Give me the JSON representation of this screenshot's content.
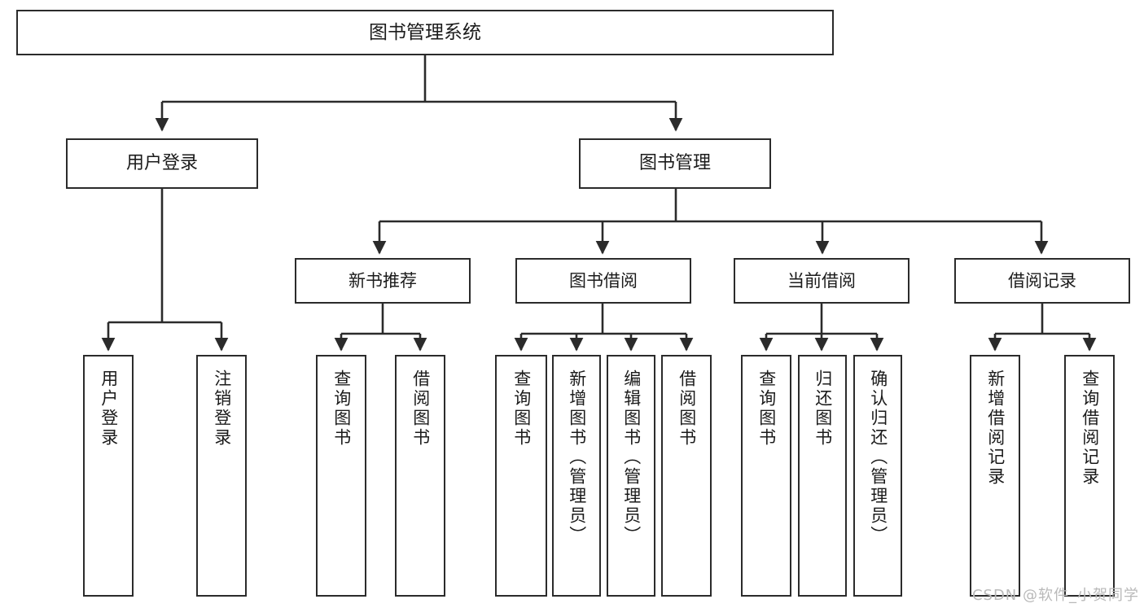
{
  "diagram": {
    "title": "图书管理系统",
    "type": "tree",
    "watermark": "CSDN @软件_小贺同学",
    "stroke_color": "#2b2b2b",
    "fill_color": "#ffffff",
    "text_color": "#1b1b1b",
    "watermark_color": "#b9b9b9"
  },
  "nodes": {
    "root": {
      "label": "图书管理系统"
    },
    "level2": [
      {
        "id": "user-login",
        "label": "用户登录"
      },
      {
        "id": "book-manage",
        "label": "图书管理"
      }
    ],
    "level3": [
      {
        "id": "new-book-rec",
        "label": "新书推荐"
      },
      {
        "id": "book-borrow",
        "label": "图书借阅"
      },
      {
        "id": "current-borrow",
        "label": "当前借阅"
      },
      {
        "id": "borrow-record",
        "label": "借阅记录"
      }
    ],
    "leaves": {
      "user_login": [
        {
          "id": "leaf-user-login",
          "label": "用户登录"
        },
        {
          "id": "leaf-logout",
          "label": "注销登录"
        }
      ],
      "new_book_rec": [
        {
          "id": "leaf-query-book-1",
          "label": "查询图书"
        },
        {
          "id": "leaf-borrow-book-1",
          "label": "借阅图书"
        }
      ],
      "book_borrow": [
        {
          "id": "leaf-query-book-2",
          "label": "查询图书"
        },
        {
          "id": "leaf-add-book",
          "label": "新增图书（管理员）"
        },
        {
          "id": "leaf-edit-book",
          "label": "编辑图书（管理员）"
        },
        {
          "id": "leaf-borrow-book-2",
          "label": "借阅图书"
        }
      ],
      "current_borrow": [
        {
          "id": "leaf-query-book-3",
          "label": "查询图书"
        },
        {
          "id": "leaf-return-book",
          "label": "归还图书"
        },
        {
          "id": "leaf-confirm-return",
          "label": "确认归还（管理员）"
        }
      ],
      "borrow_record": [
        {
          "id": "leaf-add-record",
          "label": "新增借阅记录"
        },
        {
          "id": "leaf-query-record",
          "label": "查询借阅记录"
        }
      ]
    }
  }
}
